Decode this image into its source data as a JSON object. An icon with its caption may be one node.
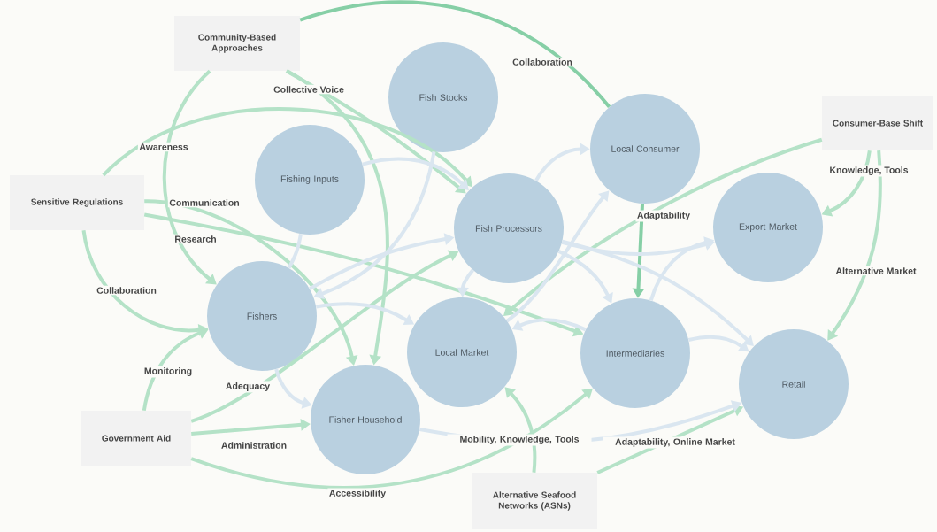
{
  "diagram": {
    "nodes": [
      {
        "text": [
          "Community-Based Approaches"
        ]
      },
      {
        "text": [
          "Fish Stocks"
        ]
      },
      {
        "text": [
          "Consumer-Base Shift"
        ]
      },
      {
        "text": [
          "Local Consumer"
        ]
      },
      {
        "text": [
          "Fishing Inputs"
        ]
      },
      {
        "text": [
          "Sensitive Regulations"
        ]
      },
      {
        "text": [
          "Fish Processors"
        ]
      },
      {
        "text": [
          "Export Market"
        ]
      },
      {
        "text": [
          "Fishers"
        ]
      },
      {
        "text": [
          "Local Market"
        ]
      },
      {
        "text": [
          "Intermediaries"
        ]
      },
      {
        "text": [
          "Retail"
        ]
      },
      {
        "text": [
          "Government Aid"
        ]
      },
      {
        "text": [
          "Fisher Household"
        ]
      },
      {
        "text": [
          "Alternative Seafood Networks (ASNs)"
        ]
      }
    ],
    "edges": [
      {
        "from": 0,
        "to": 3,
        "arrow": "none",
        "label": "Collaboration",
        "color": "#86cfa6"
      },
      {
        "from": 3,
        "to": 10,
        "arrow": "to",
        "color": "#86cfa6"
      },
      {
        "from": 0,
        "to": 6,
        "arrow": "to",
        "label": "Collective Voice"
      },
      {
        "from": 0,
        "to": 13,
        "arrow": "to"
      },
      {
        "from": 0,
        "to": 8,
        "arrow": "to"
      },
      {
        "from": 5,
        "to": 6,
        "arrow": "to",
        "label": "Awareness"
      },
      {
        "from": 5,
        "to": 13,
        "arrow": "to",
        "label": "Communication"
      },
      {
        "from": 5,
        "to": 10,
        "arrow": "to",
        "label": "Research"
      },
      {
        "from": 5,
        "to": 8,
        "arrow": "to",
        "label": "Collaboration"
      },
      {
        "from": 12,
        "to": 8,
        "arrow": "to",
        "label": "Monitoring"
      },
      {
        "from": 12,
        "to": 6,
        "arrow": "to",
        "label": "Adequacy"
      },
      {
        "from": 12,
        "to": 13,
        "arrow": "to",
        "label": "Administration"
      },
      {
        "from": 12,
        "to": 10,
        "arrow": "to",
        "label": "Accessibility"
      },
      {
        "from": 14,
        "to": 9,
        "arrow": "to",
        "label": "Mobility, Knowledge, Tools"
      },
      {
        "from": 14,
        "to": 11,
        "arrow": "to",
        "label": "Adaptability, Online Market"
      },
      {
        "from": 2,
        "to": 7,
        "arrow": "to",
        "label": "Knowledge, Tools"
      },
      {
        "from": 2,
        "to": 11,
        "arrow": "to",
        "label": "Alternative Market"
      },
      {
        "from": 2,
        "to": 9,
        "arrow": "to",
        "label": "Adaptability"
      },
      {
        "from": 4,
        "to": 6,
        "arrow": "to",
        "color": "#dae6f0"
      },
      {
        "from": 4,
        "to": 8,
        "arrow": "none",
        "color": "#dae6f0"
      },
      {
        "from": 1,
        "to": 8,
        "arrow": "to",
        "color": "#dae6f0"
      },
      {
        "from": 8,
        "to": 6,
        "arrow": "to",
        "color": "#dae6f0"
      },
      {
        "from": 8,
        "to": 9,
        "arrow": "to",
        "color": "#dae6f0"
      },
      {
        "from": 8,
        "to": 13,
        "arrow": "to",
        "color": "#dae6f0"
      },
      {
        "from": 13,
        "to": 11,
        "arrow": "to",
        "color": "#dae6f0"
      },
      {
        "from": 6,
        "to": 3,
        "arrow": "to",
        "color": "#dae6f0"
      },
      {
        "from": 6,
        "to": 7,
        "arrow": "to",
        "color": "#dae6f0"
      },
      {
        "from": 6,
        "to": 10,
        "arrow": "to",
        "color": "#dae6f0"
      },
      {
        "from": 6,
        "to": 11,
        "arrow": "to",
        "color": "#dae6f0"
      },
      {
        "from": 6,
        "to": 9,
        "arrow": "to",
        "color": "#dae6f0"
      },
      {
        "from": 9,
        "to": 3,
        "arrow": "to",
        "color": "#dae6f0"
      },
      {
        "from": 10,
        "to": 9,
        "arrow": "to",
        "color": "#dae6f0"
      },
      {
        "from": 10,
        "to": 11,
        "arrow": "to",
        "color": "#dae6f0"
      },
      {
        "from": 10,
        "to": 7,
        "arrow": "to",
        "color": "#dae6f0"
      }
    ]
  }
}
